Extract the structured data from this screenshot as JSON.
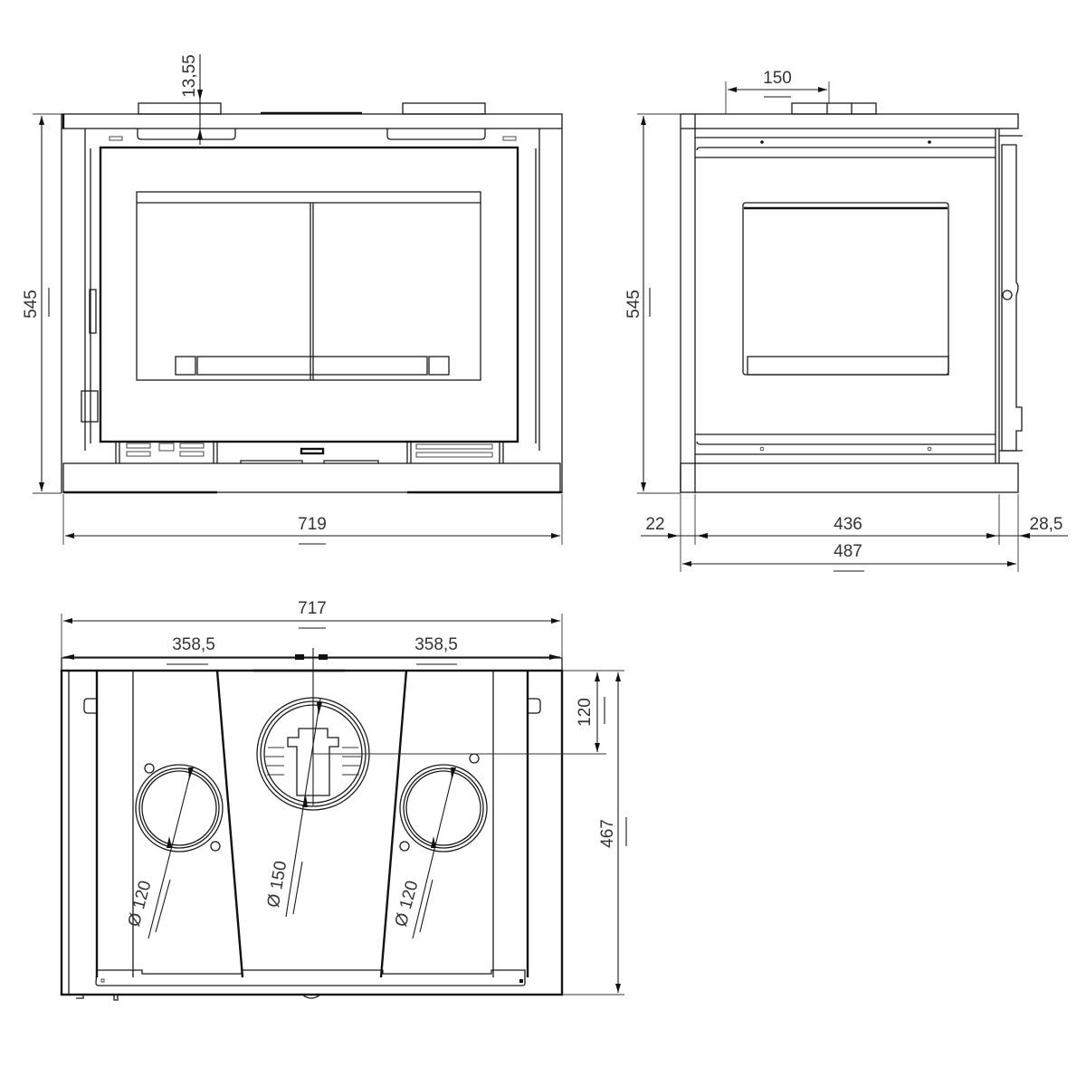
{
  "drawing": {
    "type": "technical-dimension-drawing",
    "subject": "fireplace insert",
    "units": "mm"
  },
  "front_view": {
    "dims": {
      "height": "545",
      "width": "719",
      "top_offset": "13,55"
    }
  },
  "side_view": {
    "dims": {
      "height": "545",
      "flue_offset": "150",
      "left_offset": "22",
      "body_depth": "436",
      "right_offset": "28,5",
      "total_depth": "487"
    }
  },
  "top_view": {
    "dims": {
      "total_width": "717",
      "half_left": "358,5",
      "half_right": "358,5",
      "flue_center_depth": "120",
      "total_depth": "467"
    },
    "outlets": [
      {
        "position": "left",
        "label": "Ø 120",
        "symbol": "Ø",
        "value": "120"
      },
      {
        "position": "center",
        "label": "Ø 150",
        "symbol": "Ø",
        "value": "150"
      },
      {
        "position": "right",
        "label": "Ø 120",
        "symbol": "Ø",
        "value": "120"
      }
    ]
  }
}
